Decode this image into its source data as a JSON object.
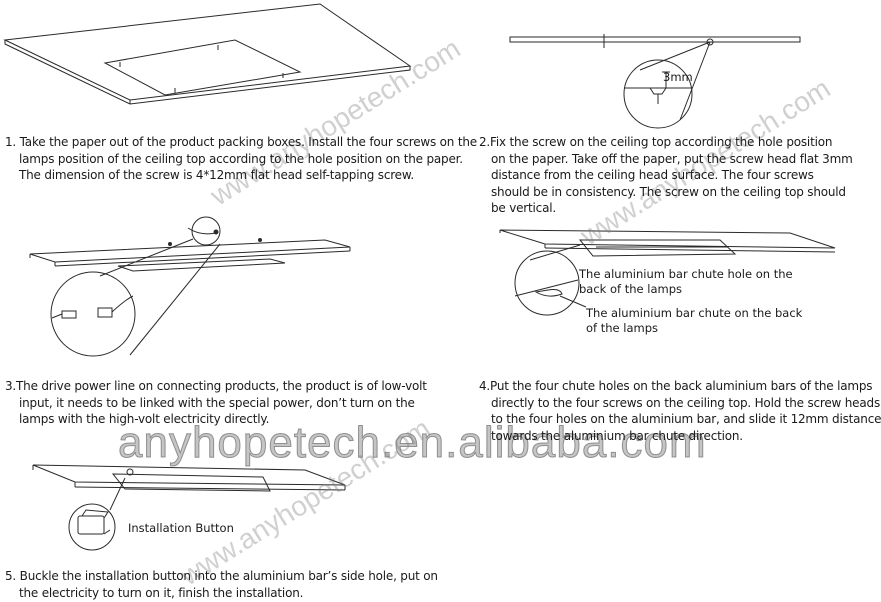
{
  "steps": [
    {
      "lines": [
        "1. Take the paper out of the product packing boxes. Install the four screws on the",
        "lamps position of the ceiling top according to the hole position on the paper.",
        "The dimension of the screw is 4*12mm flat head self-tapping screw."
      ]
    },
    {
      "lines": [
        "2.Fix the screw on the ceiling top according the hole position",
        "on the paper. Take off the paper, put the screw head flat 3mm",
        "distance from the ceiling head surface. The four screws",
        "should be in consistency. The screw on the ceiling top should",
        "be vertical."
      ]
    },
    {
      "lines": [
        "3.The drive power line on connecting products, the product is of low-volt",
        "input, it needs to be linked with the special power, don’t turn on the",
        "lamps with the high-volt electricity directly."
      ]
    },
    {
      "lines": [
        "4.Put the four chute holes on the back aluminium bars of the lamps",
        "directly to the four screws on the ceiling top. Hold the screw heads",
        "to the four holes on the aluminium bar, and slide it 12mm distance",
        "towards the aluminium bar chute direction."
      ]
    },
    {
      "lines": [
        "5. Buckle the installation button into the aluminium bar’s side hole, put on",
        "the electricity to turn on it, finish the installation."
      ]
    }
  ],
  "labels": {
    "dimension": "3mm",
    "chute_hole": [
      "The aluminium bar chute hole on the",
      "back of the lamps"
    ],
    "chute_back": [
      "The aluminium bar chute on the back",
      "of the lamps"
    ],
    "installation_button": "Installation Button"
  },
  "watermark": {
    "main": "anyhopetech.en.alibaba.com",
    "diagonal": "www.anyhopetech.com"
  }
}
